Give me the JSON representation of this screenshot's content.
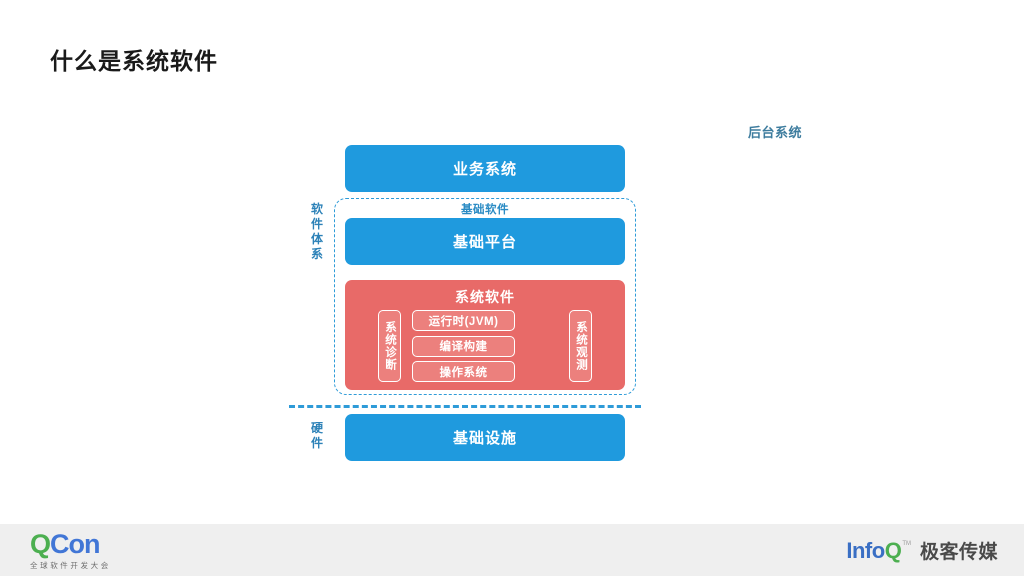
{
  "slide": {
    "title": "什么是系统软件"
  },
  "diagram": {
    "stack_heading": "后台系统",
    "group_label": "基础软件",
    "side_labels": {
      "software": [
        "软",
        "件",
        "体",
        "系"
      ],
      "hardware": [
        "硬",
        "件"
      ]
    },
    "bars": {
      "business": "业务系统",
      "platform": "基础平台",
      "infrastructure": "基础设施"
    },
    "system_software": {
      "title": "系统软件",
      "left_pill": "系统诊断",
      "right_pill": "系统观测",
      "center_pills": [
        "运行时(JVM)",
        "编译构建",
        "操作系统"
      ]
    },
    "colors": {
      "blue": "#1f9ade",
      "red": "#e86a68",
      "red_light": "#ec807d",
      "dashed_blue": "#2e9bd8",
      "heading_teal": "#3d7c9e"
    }
  },
  "footer": {
    "qcon": {
      "q": "Q",
      "con": "Con",
      "subtitle": "全球软件开发大会"
    },
    "infoq": {
      "info": "Info",
      "q": "Q",
      "tm": "TM",
      "brand_cn": "极客传媒"
    }
  }
}
